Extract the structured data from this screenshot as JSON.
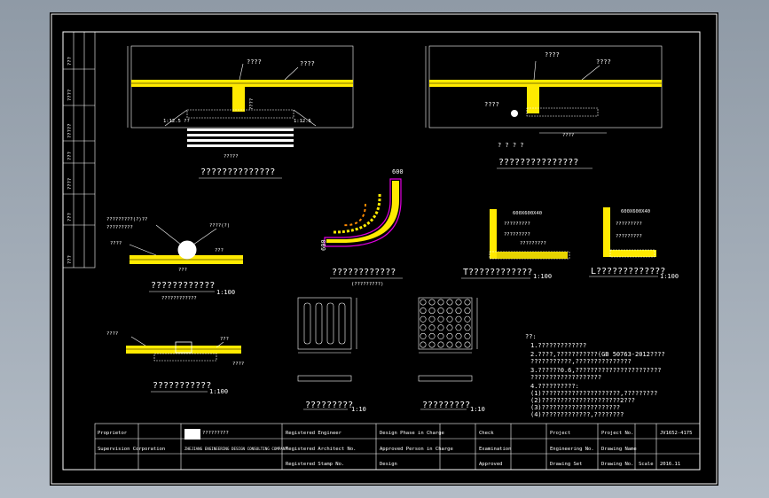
{
  "colors": {
    "background": "#000000",
    "line": "#ffffff",
    "tactile": "#ffea00",
    "arc": "#e000e0",
    "window_bg": "#9aa5b1"
  },
  "plan_top_left": {
    "label_a": "????",
    "label_b": "????",
    "label_c": "?????",
    "slope_left": "1:12.5 ??",
    "slope_right": "1:12.5",
    "dim": "????",
    "title": "??????????????"
  },
  "plan_top_right": {
    "label_a": "????",
    "label_b": "????",
    "label_c": "????",
    "dim": "????",
    "note": "? ? ? ?",
    "title": "???????????????"
  },
  "mid_left": {
    "label_a": "?????????(?)??",
    "label_b": "?????????",
    "label_c": "????(?)",
    "label_d": "????",
    "label_e": "???",
    "label_f": "???",
    "title": "????????????",
    "scale": "1:100",
    "subtitle": "????????????"
  },
  "mid_center": {
    "dim_top": "600",
    "dim_left": "600",
    "title": "????????????",
    "subtitle": "(?????????)"
  },
  "mid_t": {
    "size": "600X600X40",
    "label_a": "?????????",
    "label_b": "?????????",
    "label_c": "?????????",
    "title": "T????????????",
    "scale": "1:100"
  },
  "mid_l": {
    "size": "600X600X40",
    "label_a": "?????????",
    "label_b": "?????????",
    "title": "L?????????????",
    "scale": "1:100"
  },
  "bottom_left": {
    "label_a": "????",
    "label_b": "???",
    "label_c": "????",
    "title": "???????????",
    "scale": "1:100"
  },
  "bottom_strip": {
    "title": "?????????",
    "scale": "1:10"
  },
  "bottom_dot": {
    "title": "?????????",
    "scale": "1:10"
  },
  "notes": {
    "heading": "??:",
    "lines": [
      "1.?????????????",
      "2.????,???????????(GB 50763-2012????",
      "  ???????????,???????????????",
      "3.??????0.6,???????????????????????",
      "  ???????????????????",
      "4.??????????:",
      "(1)?????????????????????,?????????",
      "(2)?????????????????????2???",
      "(3)?????????????????????",
      "(4)?????????????,????????"
    ]
  },
  "sidebar": {
    "cells": [
      "???",
      "????",
      "?????",
      "???",
      "????",
      "???",
      "???"
    ]
  },
  "title_block": {
    "proprietor": "Proprietor",
    "supervision": "Supervision Corporation",
    "company_cn": "?????????",
    "company_en": "ZHEJIANG ENGINEERING DESIGN CONSULTING COMPANY",
    "registered_engineer": "Registered Engineer",
    "registered_architect": "Registered Architect No.",
    "registered_stamp": "Registered Stamp No.",
    "design_phase": "Design Phase in Charge",
    "approval": "Approved Person in Charge",
    "design": "Design",
    "check": "Check",
    "examination": "Examination",
    "approved": "Approved",
    "project": "Project",
    "engineering_no": "Engineering No.",
    "drawing_set": "Drawing Set",
    "project_no_label": "Project No.",
    "drawing_name": "Drawing Name",
    "drawing_no": "Drawing No.",
    "project_no": "JV1652-4175",
    "scale_label": "Scale",
    "date": "2016.11"
  }
}
